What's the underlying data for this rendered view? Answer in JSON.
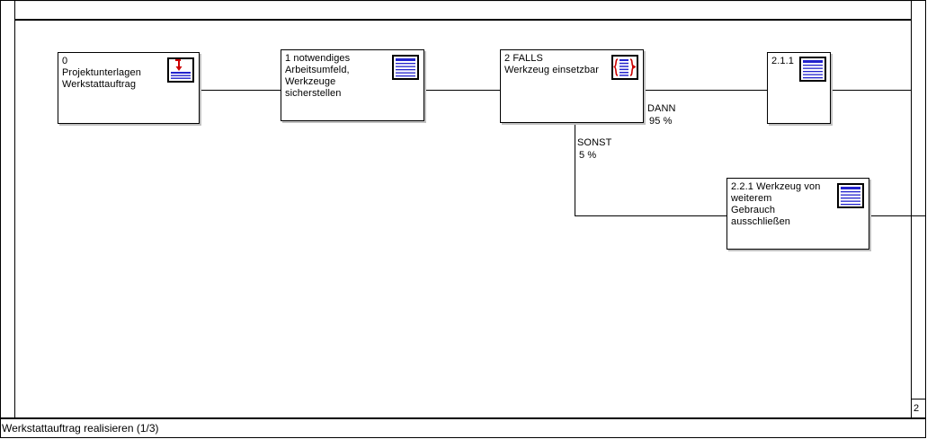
{
  "window": {
    "status_bar_text": "Werkstattauftrag realisieren (1/3)",
    "page_number": "2"
  },
  "diagram": {
    "nodes": [
      {
        "id": "node-0",
        "number": "0",
        "text": "0\nProjektunterlagen\nWerkstattauftrag",
        "icon": "document-import-icon"
      },
      {
        "id": "node-1",
        "number": "1",
        "text": "1 notwendiges\nArbeitsumfeld, Werkzeuge\nsicherstellen",
        "icon": "document-icon"
      },
      {
        "id": "node-2",
        "number": "2",
        "text": "2 FALLS\nWerkzeug  einsetzbar",
        "icon": "decision-branch-icon"
      },
      {
        "id": "node-211",
        "number": "2.1.1",
        "text": "2.1.1",
        "icon": "document-icon"
      },
      {
        "id": "node-221",
        "number": "2.2.1",
        "text": "2.2.1 Werkzeug von weiterem\nGebrauch ausschließen",
        "icon": "document-icon"
      }
    ],
    "branches": [
      {
        "id": "branch-dann",
        "label": "DANN",
        "probability": "95 %"
      },
      {
        "id": "branch-sonst",
        "label": "SONST",
        "probability": "5 %"
      }
    ]
  },
  "colors": {
    "icon_line": "#2222cc",
    "icon_accent": "#cc0000",
    "border": "#000000",
    "shadow": "#c0c0c0",
    "canvas": "#ffffff"
  }
}
